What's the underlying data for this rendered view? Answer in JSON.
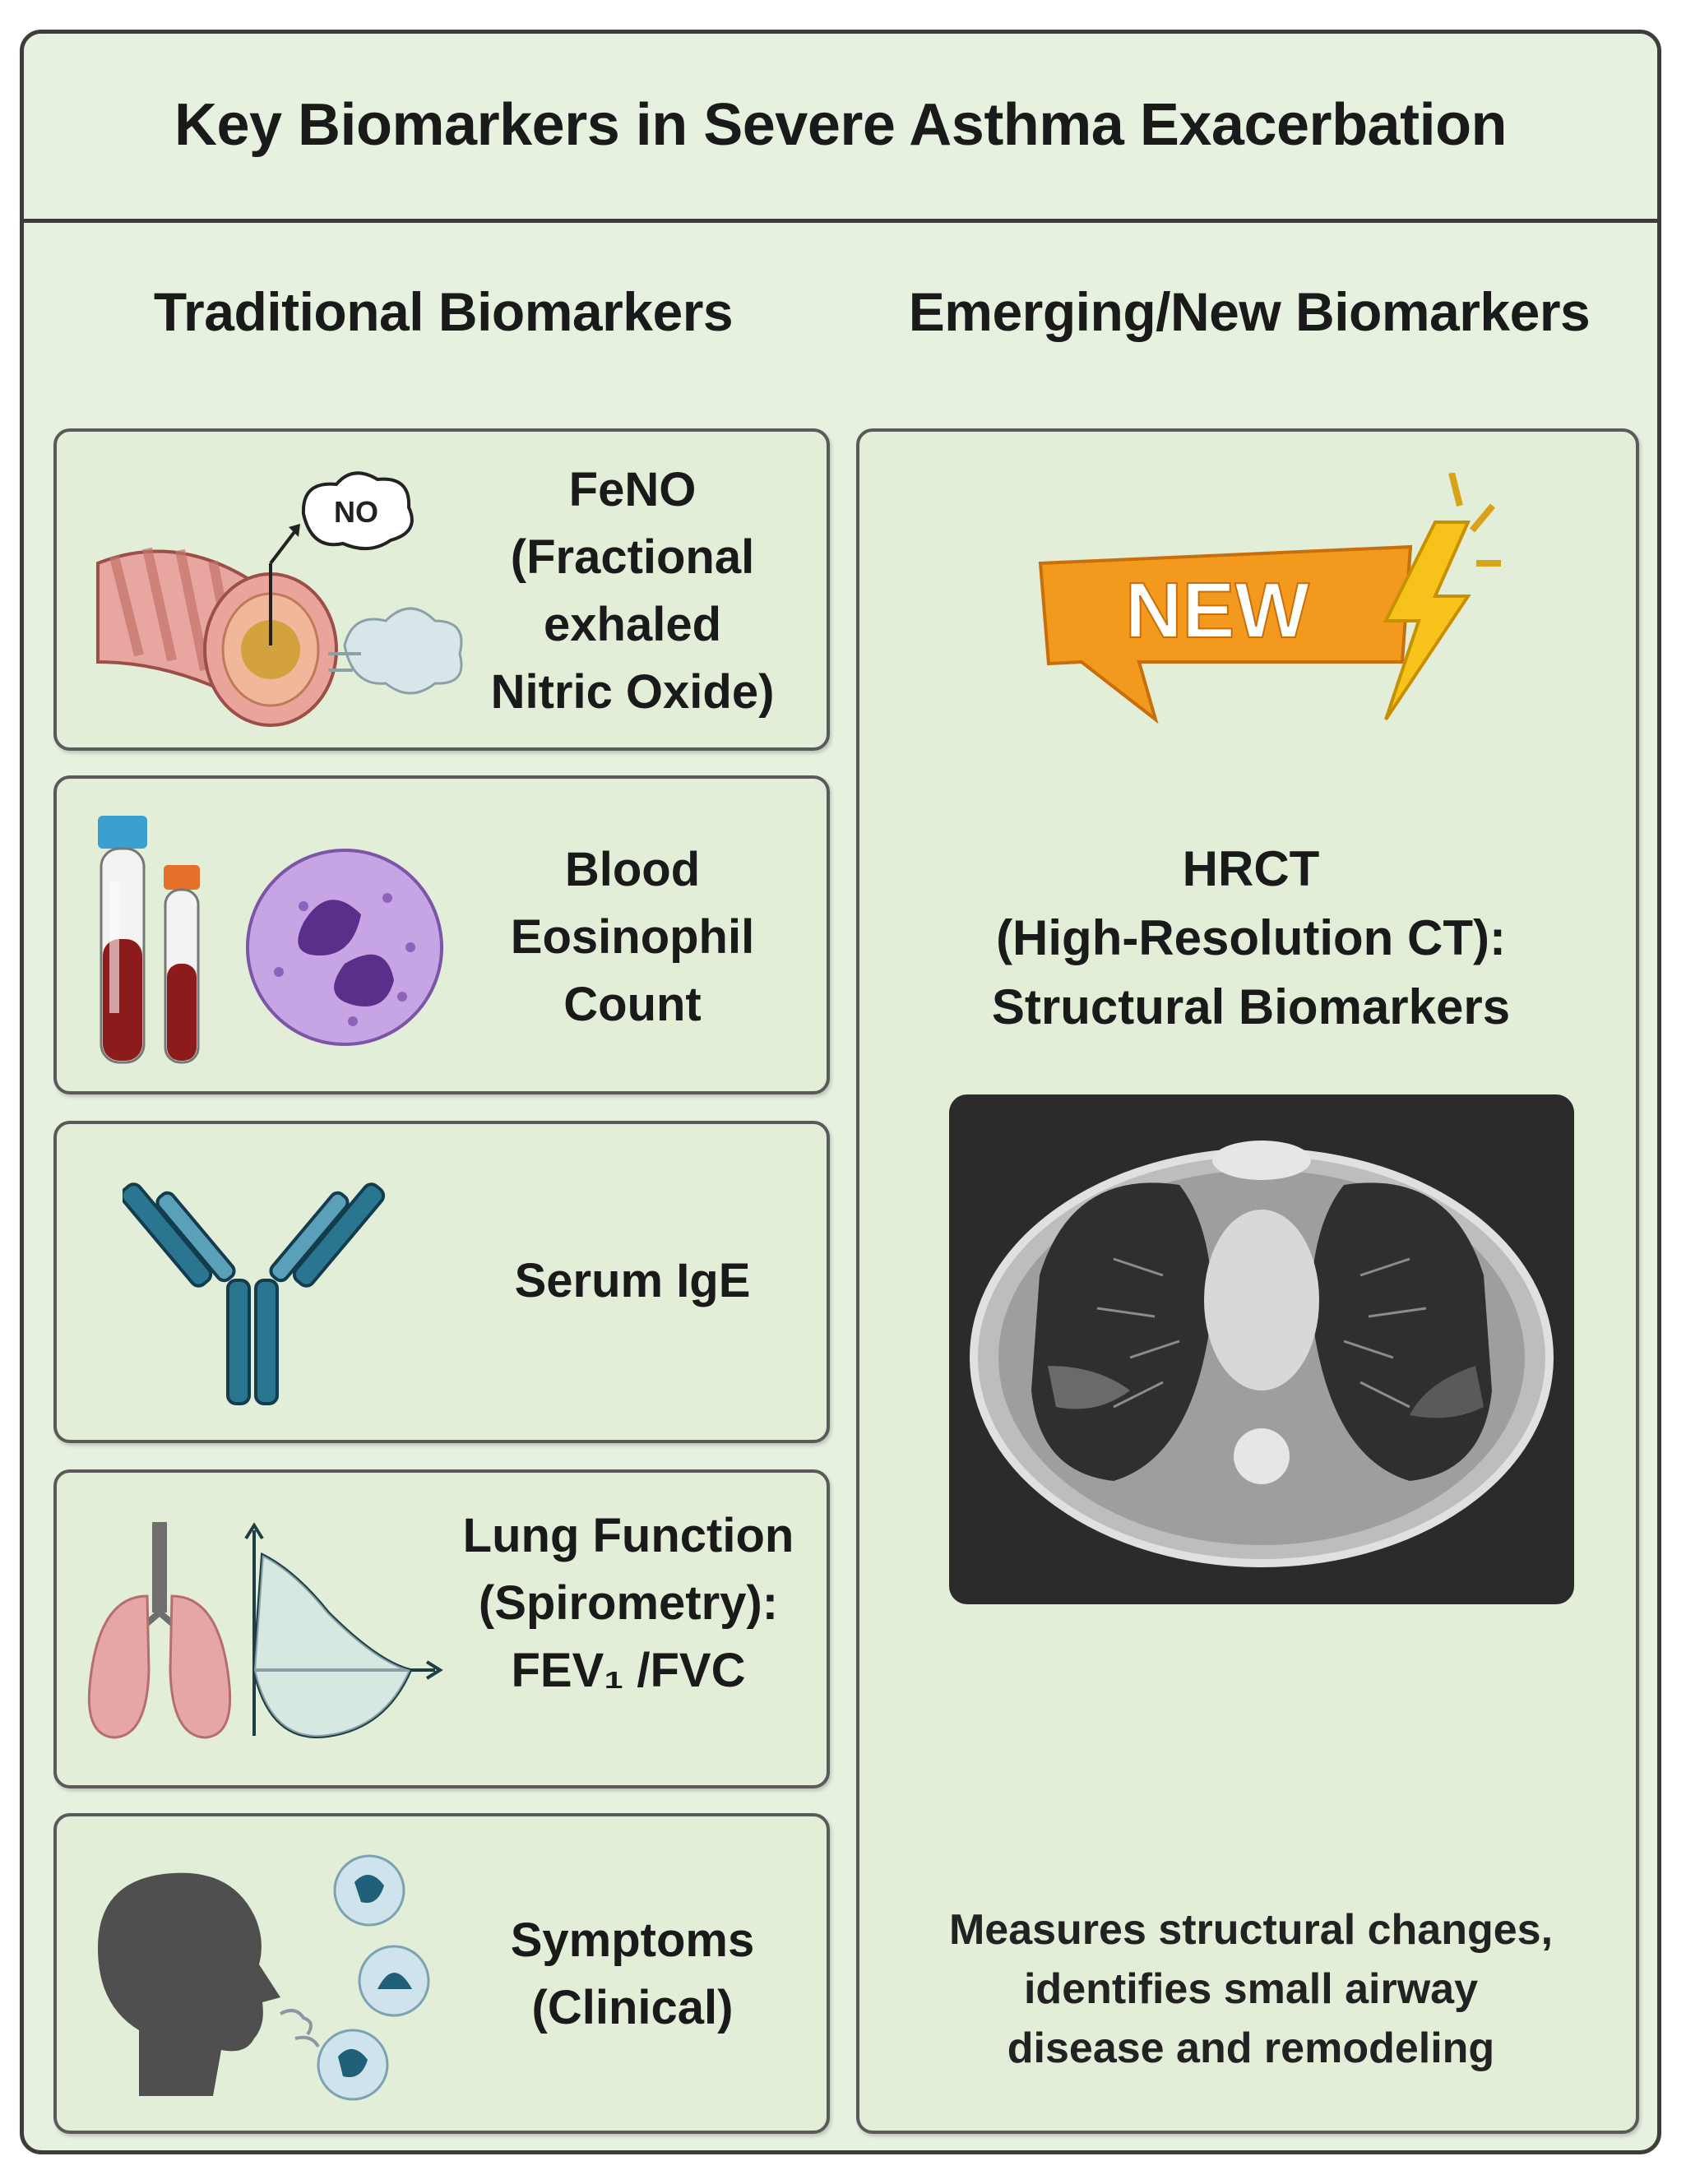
{
  "title": "Key Biomarkers in Severe Asthma Exacerbation",
  "columns": {
    "traditional": "Traditional Biomarkers",
    "emerging": "Emerging/New Biomarkers"
  },
  "traditional": [
    {
      "lines": [
        "FeNO",
        "(Fractional",
        "exhaled",
        "Nitric Oxide)"
      ],
      "icon": "airway-no-icon",
      "no_label": "NO"
    },
    {
      "lines": [
        "Blood",
        "Eosinophil",
        "Count"
      ],
      "icon": "blood-tubes-eosinophil-icon"
    },
    {
      "lines": [
        "Serum IgE"
      ],
      "icon": "antibody-icon"
    },
    {
      "lines": [
        "Lung Function",
        "(Spirometry):",
        "FEV₁ /FVC"
      ],
      "icon": "lungs-spirometry-icon"
    },
    {
      "lines": [
        "Symptoms",
        "(Clinical)"
      ],
      "icon": "head-breath-icon"
    }
  ],
  "emerging": {
    "badge": "NEW",
    "heading": [
      "HRCT",
      "(High-Resolution CT):",
      "Structural Biomarkers"
    ],
    "image": "ct-scan-image",
    "description": [
      "Measures structural changes,",
      "identifies small airway",
      "disease and remodeling"
    ]
  },
  "colors": {
    "background": "#e6f1e0",
    "card": "#e3eed9",
    "badge": "#f39a1e",
    "bolt": "#f7c21a",
    "antibody": "#1f5f78",
    "eosinophil": "#9b6fc8"
  }
}
